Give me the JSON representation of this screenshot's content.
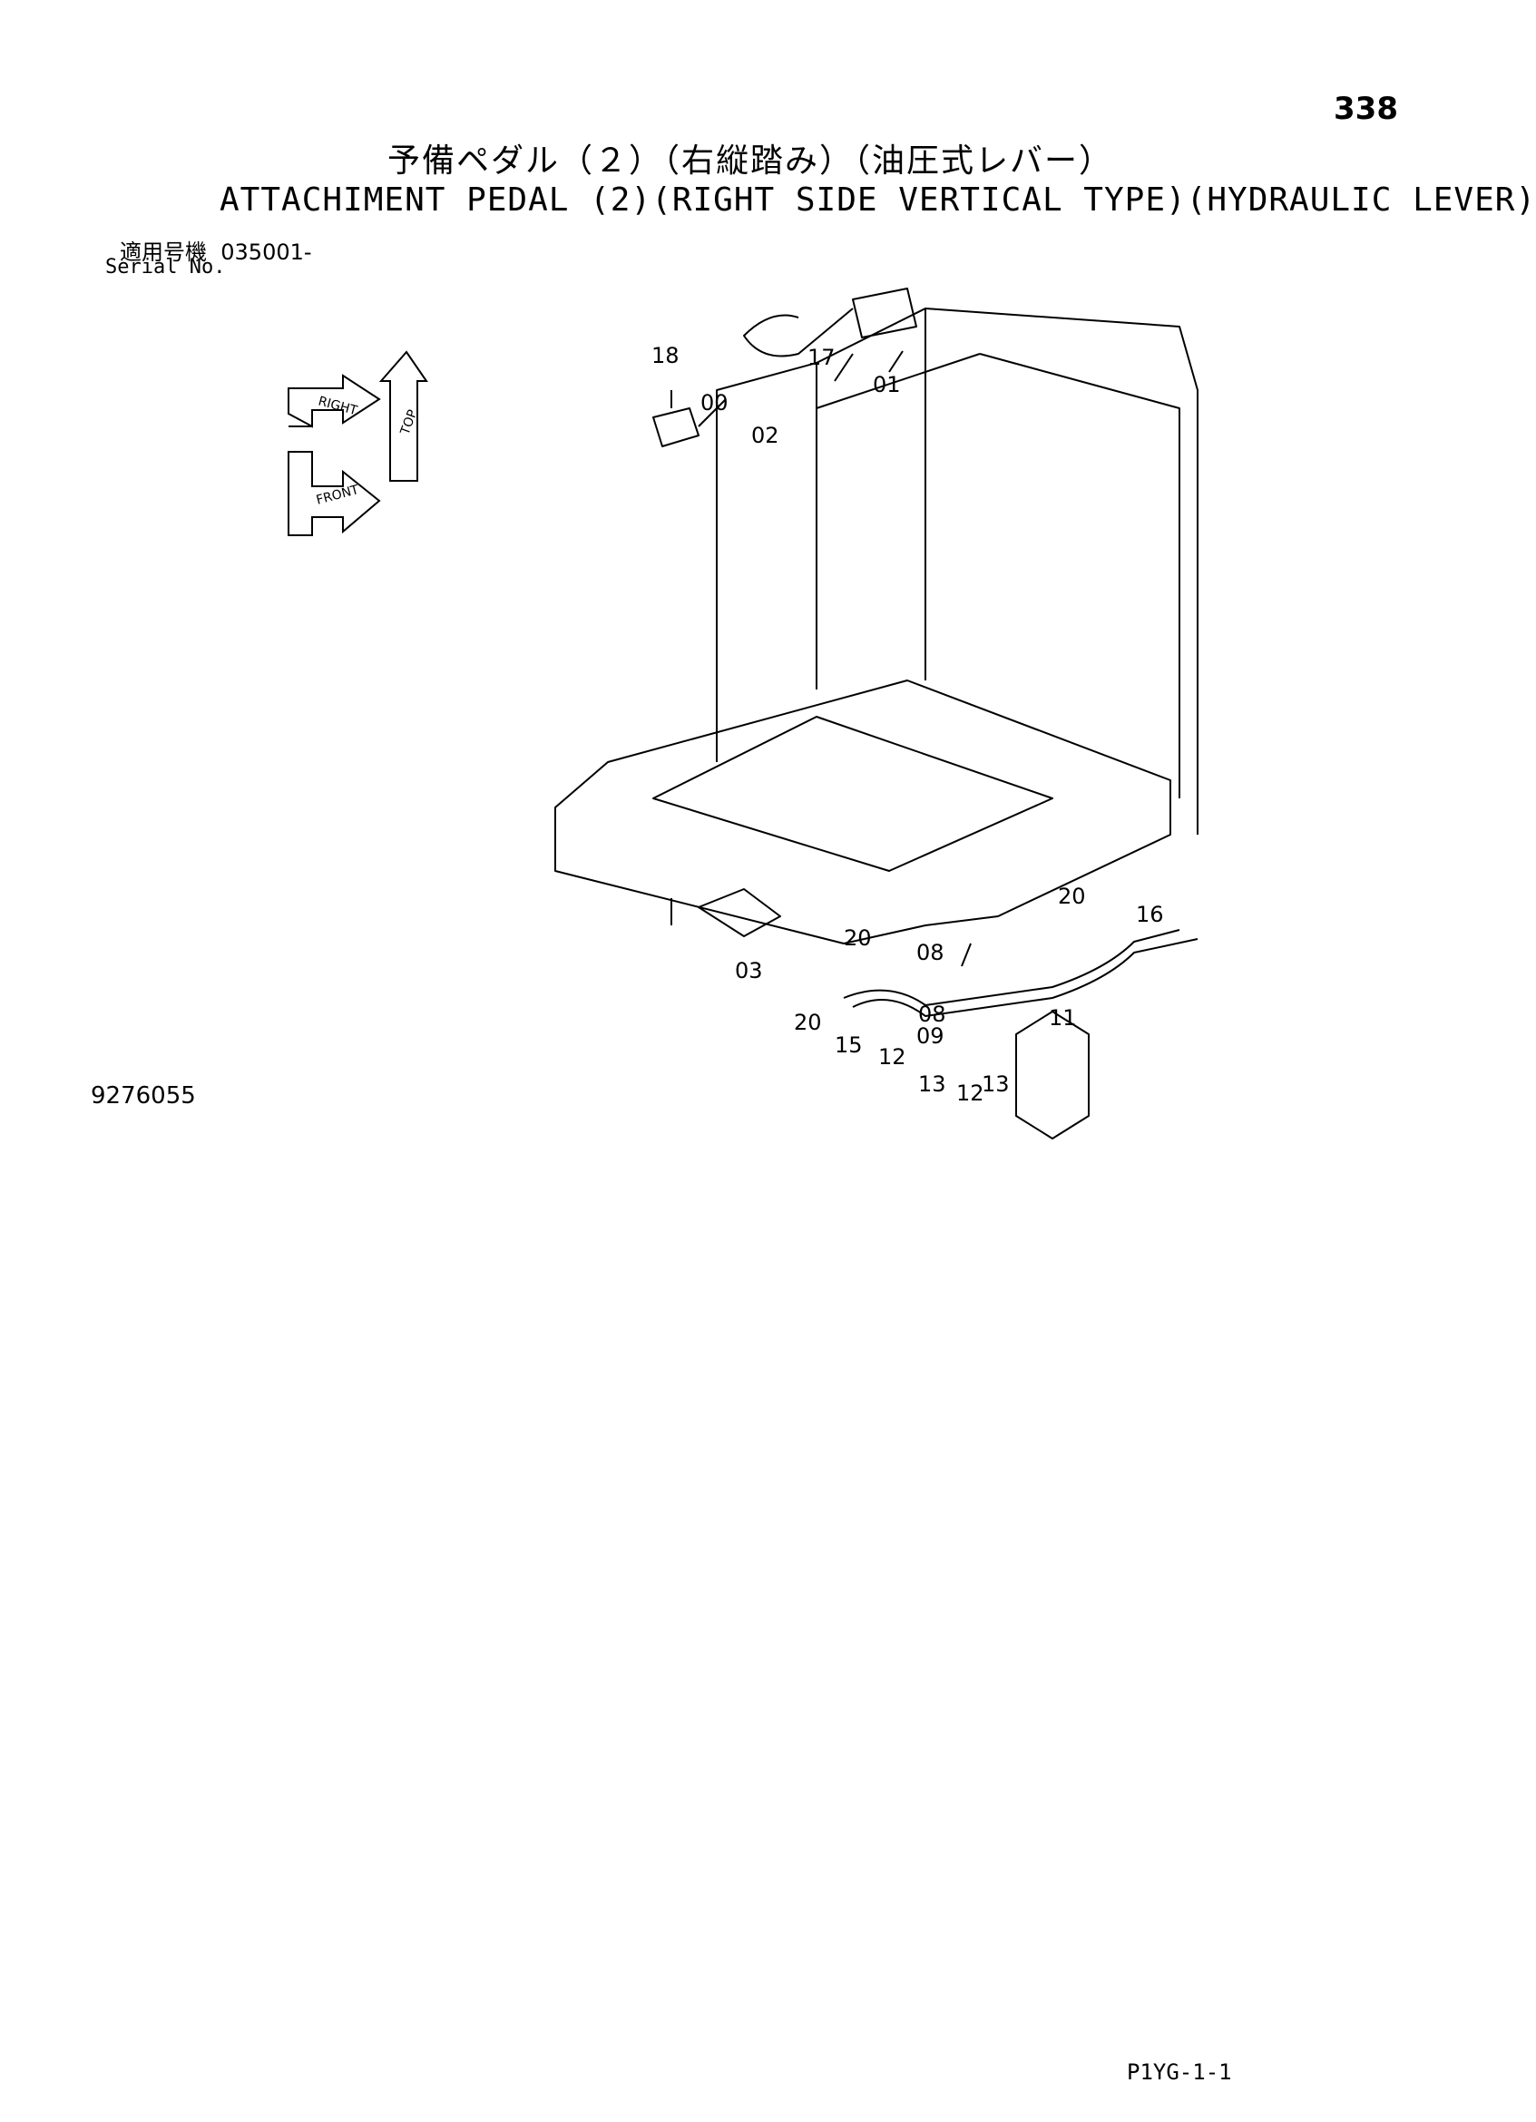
{
  "page": {
    "number": "338",
    "title_jp": "予備ペダル（２）（右縦踏み）（油圧式レバー）",
    "title_en": "ATTACHIMENT PEDAL (2)(RIGHT SIDE VERTICAL TYPE)(HYDRAULIC LEVER)",
    "serial_label_jp": "適用号機",
    "serial_value": "035001-",
    "serial_label_en": "Serial No.",
    "drawing_number": "9276055",
    "page_code": "P1YG-1-1"
  },
  "orientation_icon": {
    "labels": [
      "TOP",
      "RIGHT",
      "FRONT"
    ]
  },
  "diagram": {
    "callouts": [
      "18",
      "17",
      "01",
      "00",
      "02",
      "03",
      "20",
      "20",
      "08",
      "20",
      "15",
      "08",
      "09",
      "12",
      "13",
      "12",
      "13",
      "16",
      "11"
    ]
  }
}
